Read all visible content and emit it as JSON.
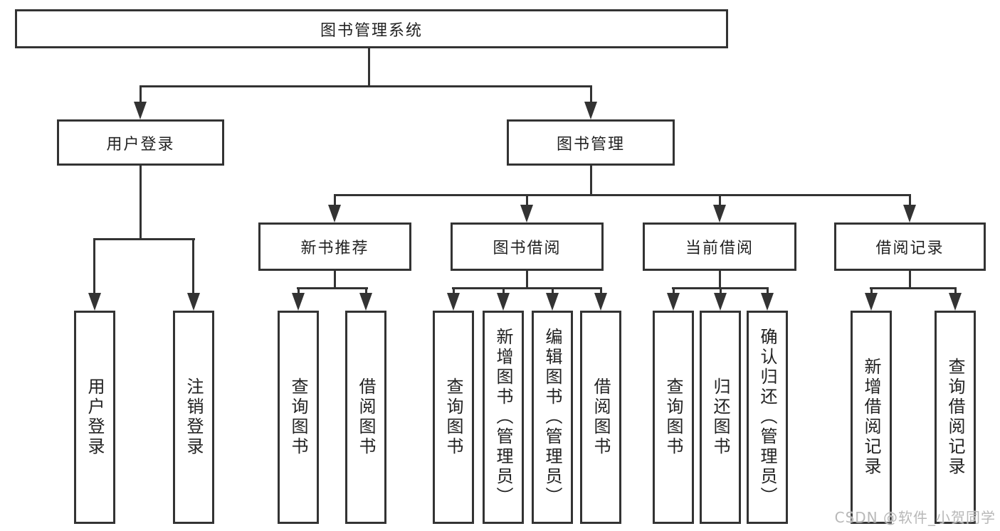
{
  "diagram": {
    "root": {
      "label": "图书管理系统"
    },
    "branches": [
      {
        "label": "用户登录",
        "children": [
          {
            "label": "用户登录"
          },
          {
            "label": "注销登录"
          }
        ]
      },
      {
        "label": "图书管理",
        "children": [
          {
            "label": "新书推荐",
            "children": [
              {
                "label": "查询图书"
              },
              {
                "label": "借阅图书"
              }
            ]
          },
          {
            "label": "图书借阅",
            "children": [
              {
                "label": "查询图书"
              },
              {
                "label": "新增图书（管理员）"
              },
              {
                "label": "编辑图书（管理员）"
              },
              {
                "label": "借阅图书"
              }
            ]
          },
          {
            "label": "当前借阅",
            "children": [
              {
                "label": "查询图书"
              },
              {
                "label": "归还图书"
              },
              {
                "label": "确认归还（管理员）"
              }
            ]
          },
          {
            "label": "借阅记录",
            "children": [
              {
                "label": "新增借阅记录"
              },
              {
                "label": "查询借阅记录"
              }
            ]
          }
        ]
      }
    ]
  },
  "watermark": {
    "text": "CSDN @软件_小贺同学"
  },
  "colors": {
    "line": "#333333",
    "box_border": "#333333",
    "text": "#222222",
    "watermark": "#b8b8b8",
    "background": "#ffffff"
  }
}
